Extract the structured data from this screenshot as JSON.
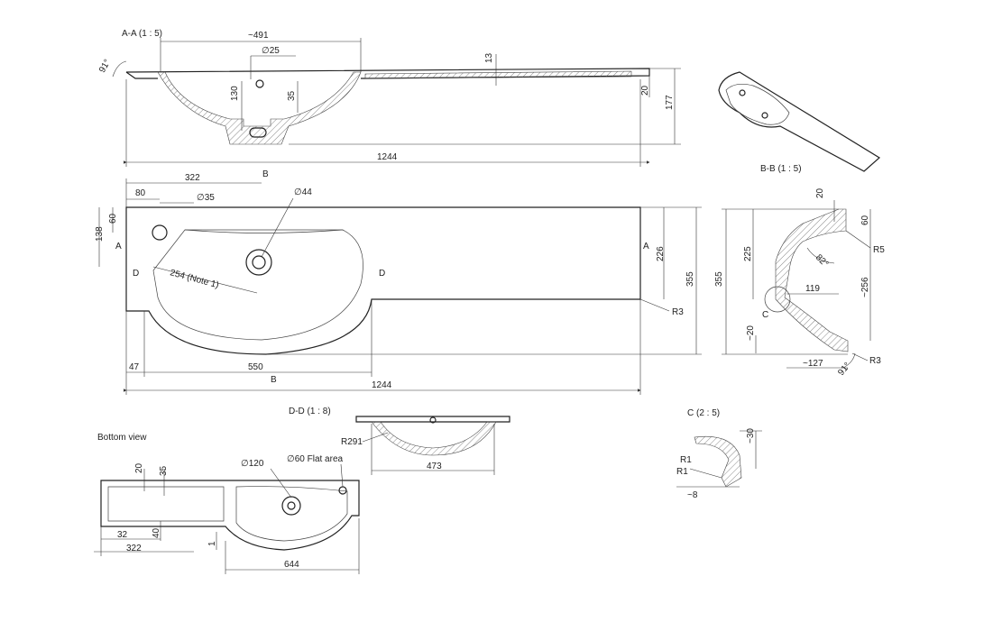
{
  "views": {
    "aa_title": "A-A (1 : 5)",
    "bb_title": "B-B (1 : 5)",
    "dd_title": "D-D (1 : 8)",
    "c_title": "C (2 : 5)",
    "bottom_title": "Bottom view"
  },
  "section_aa": {
    "d_491": "~491",
    "d_25": "∅25",
    "d_13": "13",
    "d_91": "91°",
    "d_130": "130",
    "d_35": "35",
    "d_20": "20",
    "d_177": "177",
    "d_1244": "1244"
  },
  "top_view": {
    "d_322": "322",
    "d_80": "80",
    "d_35": "∅35",
    "d_44": "∅44",
    "d_60": "60",
    "d_138": "138",
    "d_254": "254 (Note 1)",
    "d_226": "226",
    "d_355": "355",
    "d_r3": "R3",
    "d_47": "47",
    "d_550": "550",
    "d_1244": "1244",
    "lbl_a": "A",
    "lbl_b": "B",
    "lbl_d": "D"
  },
  "section_bb": {
    "d_20": "20",
    "d_60": "60",
    "d_225": "225",
    "d_82": "82°",
    "d_r5": "R5",
    "d_355": "355",
    "d_256": "~256",
    "d_119": "119",
    "d_20b": "~20",
    "d_127": "~127",
    "d_91": "91°",
    "d_r3": "R3",
    "lbl_c": "C"
  },
  "section_dd": {
    "d_r291": "R291",
    "d_473": "473"
  },
  "detail_c": {
    "d_30": "~30",
    "d_r1a": "R1",
    "d_r1b": "R1",
    "d_8": "~8"
  },
  "bottom_view": {
    "d_20": "20",
    "d_35": "35",
    "d_120": "∅120",
    "d_60flat": "∅60 Flat area",
    "d_32": "32",
    "d_40": "40",
    "d_322": "322",
    "d_1": "1",
    "d_644": "644"
  }
}
